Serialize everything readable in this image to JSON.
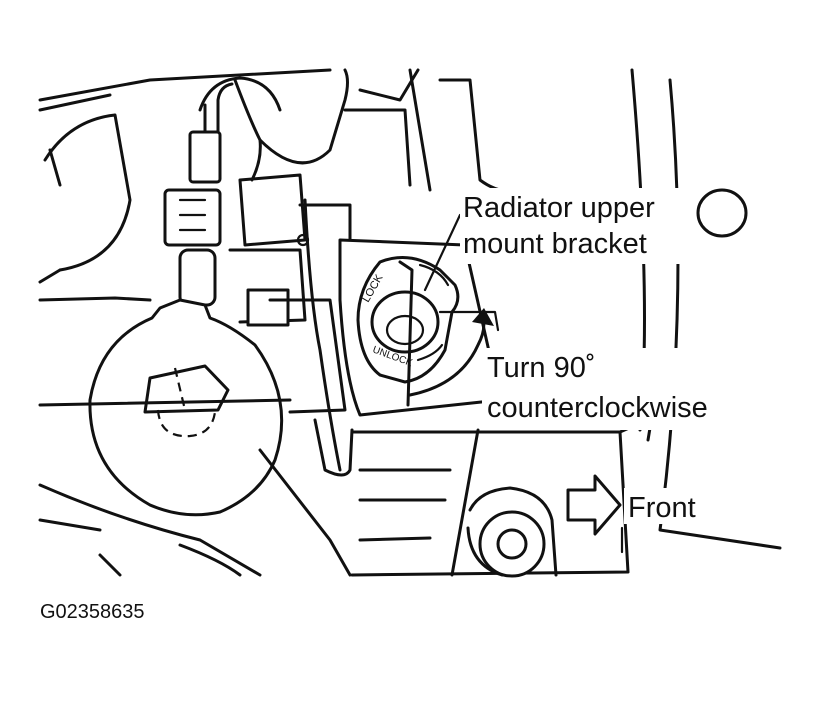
{
  "labels": {
    "radiator_bracket_line1": "Radiator upper",
    "radiator_bracket_line2": "mount bracket",
    "turn_line1": "Turn 90˚",
    "turn_line2": "counterclockwise",
    "front": "Front",
    "lock_text": "LOCK",
    "unlock_text": "UNLOCK",
    "figure_id": "G02358635"
  },
  "colors": {
    "ink": "#111111",
    "paper": "#ffffff"
  },
  "icons": {
    "front_arrow": "hollow-right-arrow",
    "rotation_arrow": "curved-arrow-counterclockwise"
  }
}
